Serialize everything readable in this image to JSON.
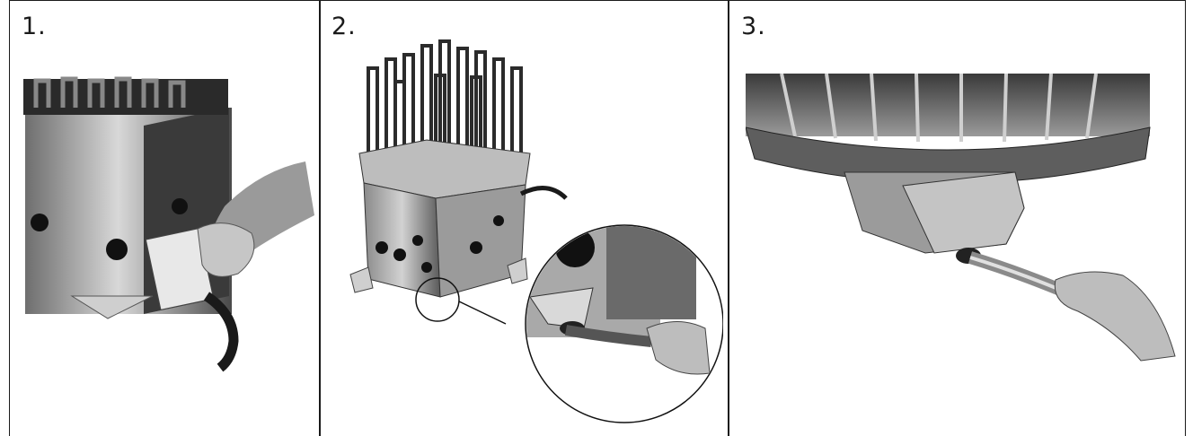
{
  "steps": [
    {
      "label": "1."
    },
    {
      "label": "2."
    },
    {
      "label": "3."
    }
  ]
}
